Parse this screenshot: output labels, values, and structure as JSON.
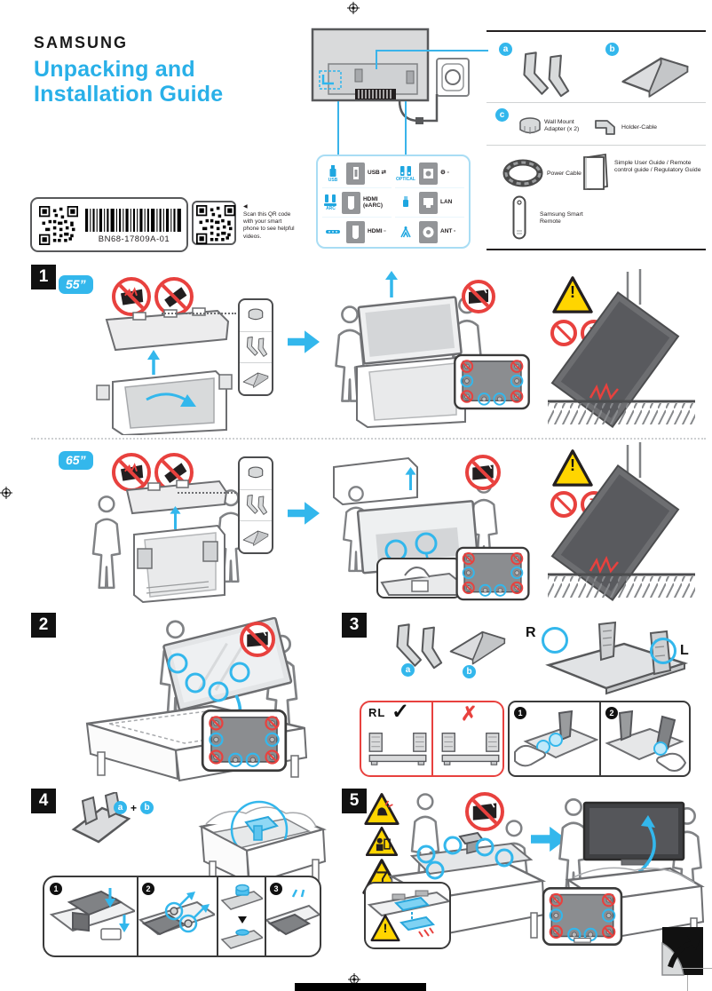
{
  "page": {
    "brand": "SAMSUNG",
    "title_line1": "Unpacking and",
    "title_line2": "Installation Guide"
  },
  "codes": {
    "doc_number": "BN68-17809A-01",
    "qr_marker": "◀",
    "qr_note": "Scan this QR code with your smart phone to see helpful videos."
  },
  "ports": {
    "usb_icon_label": "USB",
    "usb_port_label": "USB ⇄",
    "optical_icon_label": "OPTICAL",
    "service_port_label": "⚙ ▫",
    "arc_icon_label": "ARC",
    "hdmi_earc_label": "HDMI (eARC)",
    "lan_label": "LAN",
    "hdmi_label": "HDMI ▫",
    "ant_label": "ANT ▫"
  },
  "accessories": {
    "badge_a": "a",
    "badge_b": "b",
    "badge_c": "c",
    "wall_mount_label": "Wall Mount Adapter (x 2)",
    "holder_cable_label": "Holder-Cable",
    "power_cable_label": "Power Cable",
    "guides_label": "Simple User Guide / Remote control guide / Regulatory Guide",
    "remote_label": "Samsung Smart Remote"
  },
  "symbols": {
    "exclamation": "!"
  },
  "sections": {
    "s1": {
      "number": "1",
      "size_55": "55”",
      "size_65": "65”"
    },
    "s2": {
      "number": "2"
    },
    "s3": {
      "number": "3",
      "label_r": "R",
      "label_l": "L",
      "orientation_text": "RL",
      "check": "✓",
      "cross": "✗",
      "step_1": "1",
      "step_2": "2",
      "badge_a": "a",
      "badge_b": "b"
    },
    "s4": {
      "number": "4",
      "badge_a": "a",
      "plus": "+",
      "badge_b": "b",
      "step_1": "1",
      "step_2": "2",
      "step_3": "3"
    },
    "s5": {
      "number": "5"
    }
  }
}
